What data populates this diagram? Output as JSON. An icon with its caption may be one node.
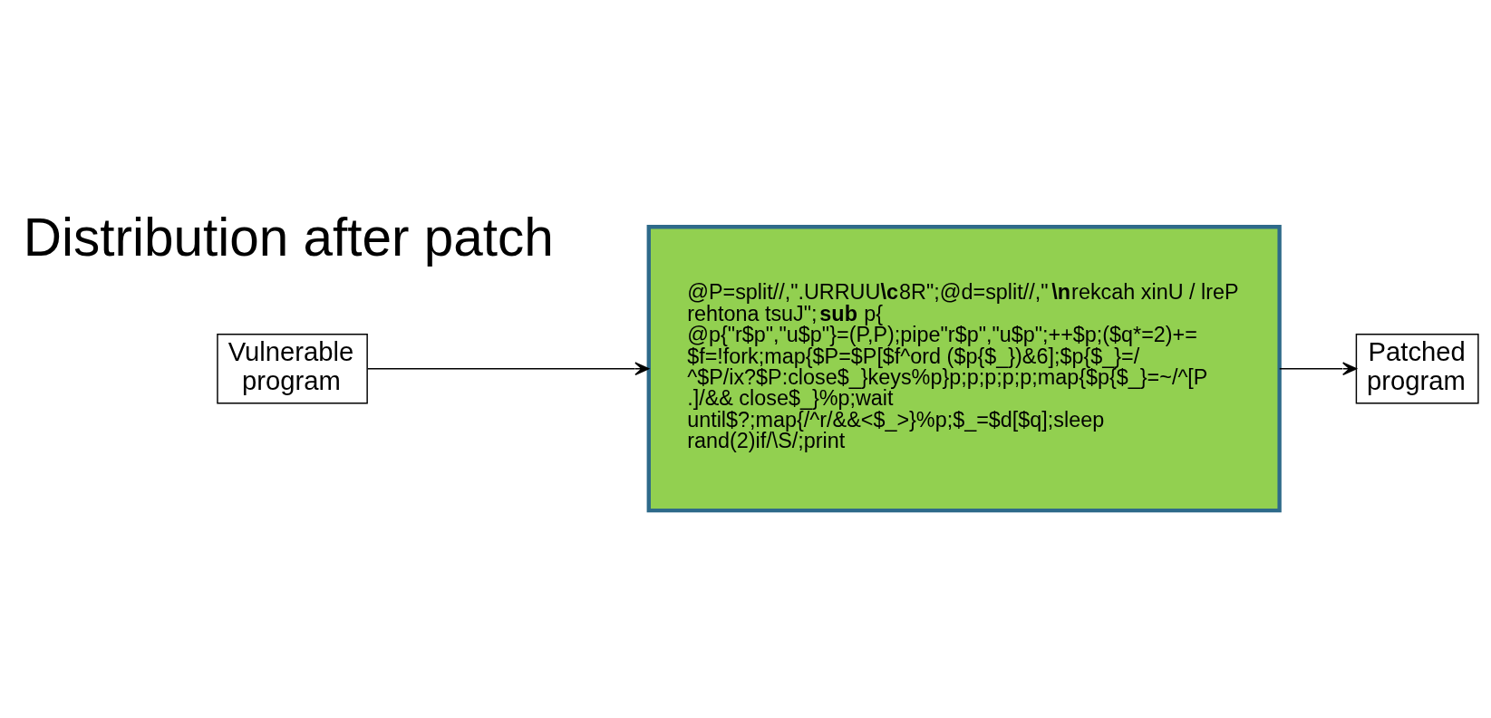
{
  "diagram": {
    "nodes": [
      {
        "text": [
          "Vulnerable program"
        ]
      },
      {
        "text": [
          "@P=split//,\".URRUU**\\c**8R\";@d=split//,\"**\\n**rekcah xinU / lreP rehtona tsuJ\";**sub** p{ @p{\"r$p\",\"u$p\"}=(P,P);pipe\"r$p\",\"u$p\";++$p;($q*=2)+= $f=!fork;map{$P=$P[$f^ord ($p{$_})&6];$p{$_}=/ ^$P/ix?$P:close$_}keys%p}p;p;p;p;p;map{$p{$_}=~/^[P .]/&& close$_}%p;wait until$?;map{/^r/&&<$_>}%p;$_=$d[$q];sleep rand(2)if/\\S/;print"
        ]
      },
      {
        "text": [
          "Patched program"
        ]
      }
    ],
    "edges": [
      {
        "from": 0,
        "to": 1,
        "arrow": "to"
      },
      {
        "from": 1,
        "to": 2,
        "arrow": "to"
      }
    ],
    "labels": [
      "Distribution after patch"
    ]
  }
}
